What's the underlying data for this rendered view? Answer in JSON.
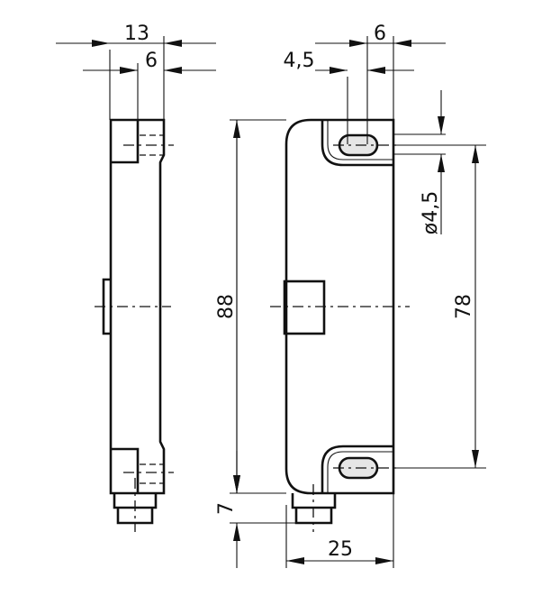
{
  "title": "Technical dimension drawing - side and front view",
  "dimensions": {
    "side_width": "13",
    "side_part_width": "6",
    "slot_offset": "4,5",
    "slot_length": "6",
    "hole_diameter": "ø4,5",
    "overall_height": "88",
    "hole_spacing": "78",
    "connector_height": "7",
    "body_width": "25"
  },
  "colors": {
    "line": "#111111",
    "slot_fill": "#e6e6e6"
  }
}
